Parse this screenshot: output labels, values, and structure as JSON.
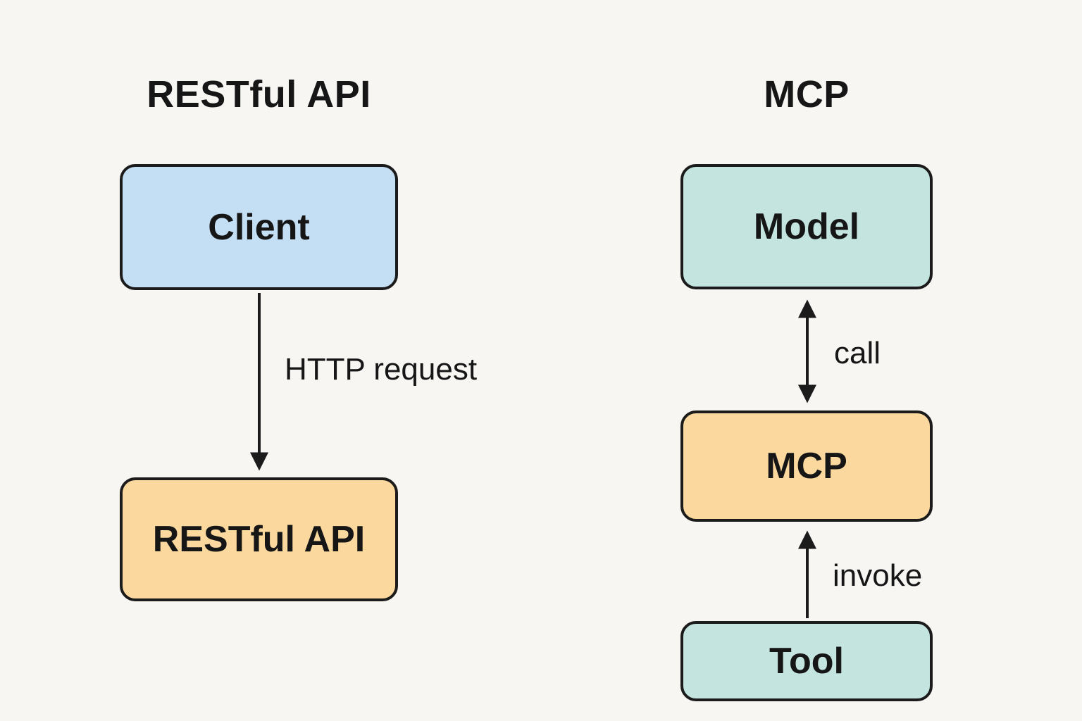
{
  "colors": {
    "background": "#f7f6f3",
    "stroke": "#1b1b1b",
    "blue_fill": "#c4def4",
    "teal_fill": "#c3e4df",
    "orange_fill": "#fbd99e",
    "text": "#161616"
  },
  "diagram": {
    "left": {
      "title": "RESTful API",
      "nodes": [
        {
          "id": "client",
          "label": "Client",
          "fill": "#c4def4"
        },
        {
          "id": "restful-api",
          "label": "RESTful API",
          "fill": "#fbd99e"
        }
      ],
      "edges": [
        {
          "from": "client",
          "to": "restful-api",
          "label": "HTTP request",
          "direction": "down"
        }
      ]
    },
    "right": {
      "title": "MCP",
      "nodes": [
        {
          "id": "model",
          "label": "Model",
          "fill": "#c3e4df"
        },
        {
          "id": "mcp",
          "label": "MCP",
          "fill": "#fbd99e"
        },
        {
          "id": "tool",
          "label": "Tool",
          "fill": "#c3e4df"
        }
      ],
      "edges": [
        {
          "from": "model",
          "to": "mcp",
          "label": "call",
          "direction": "both"
        },
        {
          "from": "tool",
          "to": "mcp",
          "label": "invoke",
          "direction": "up"
        }
      ]
    }
  }
}
